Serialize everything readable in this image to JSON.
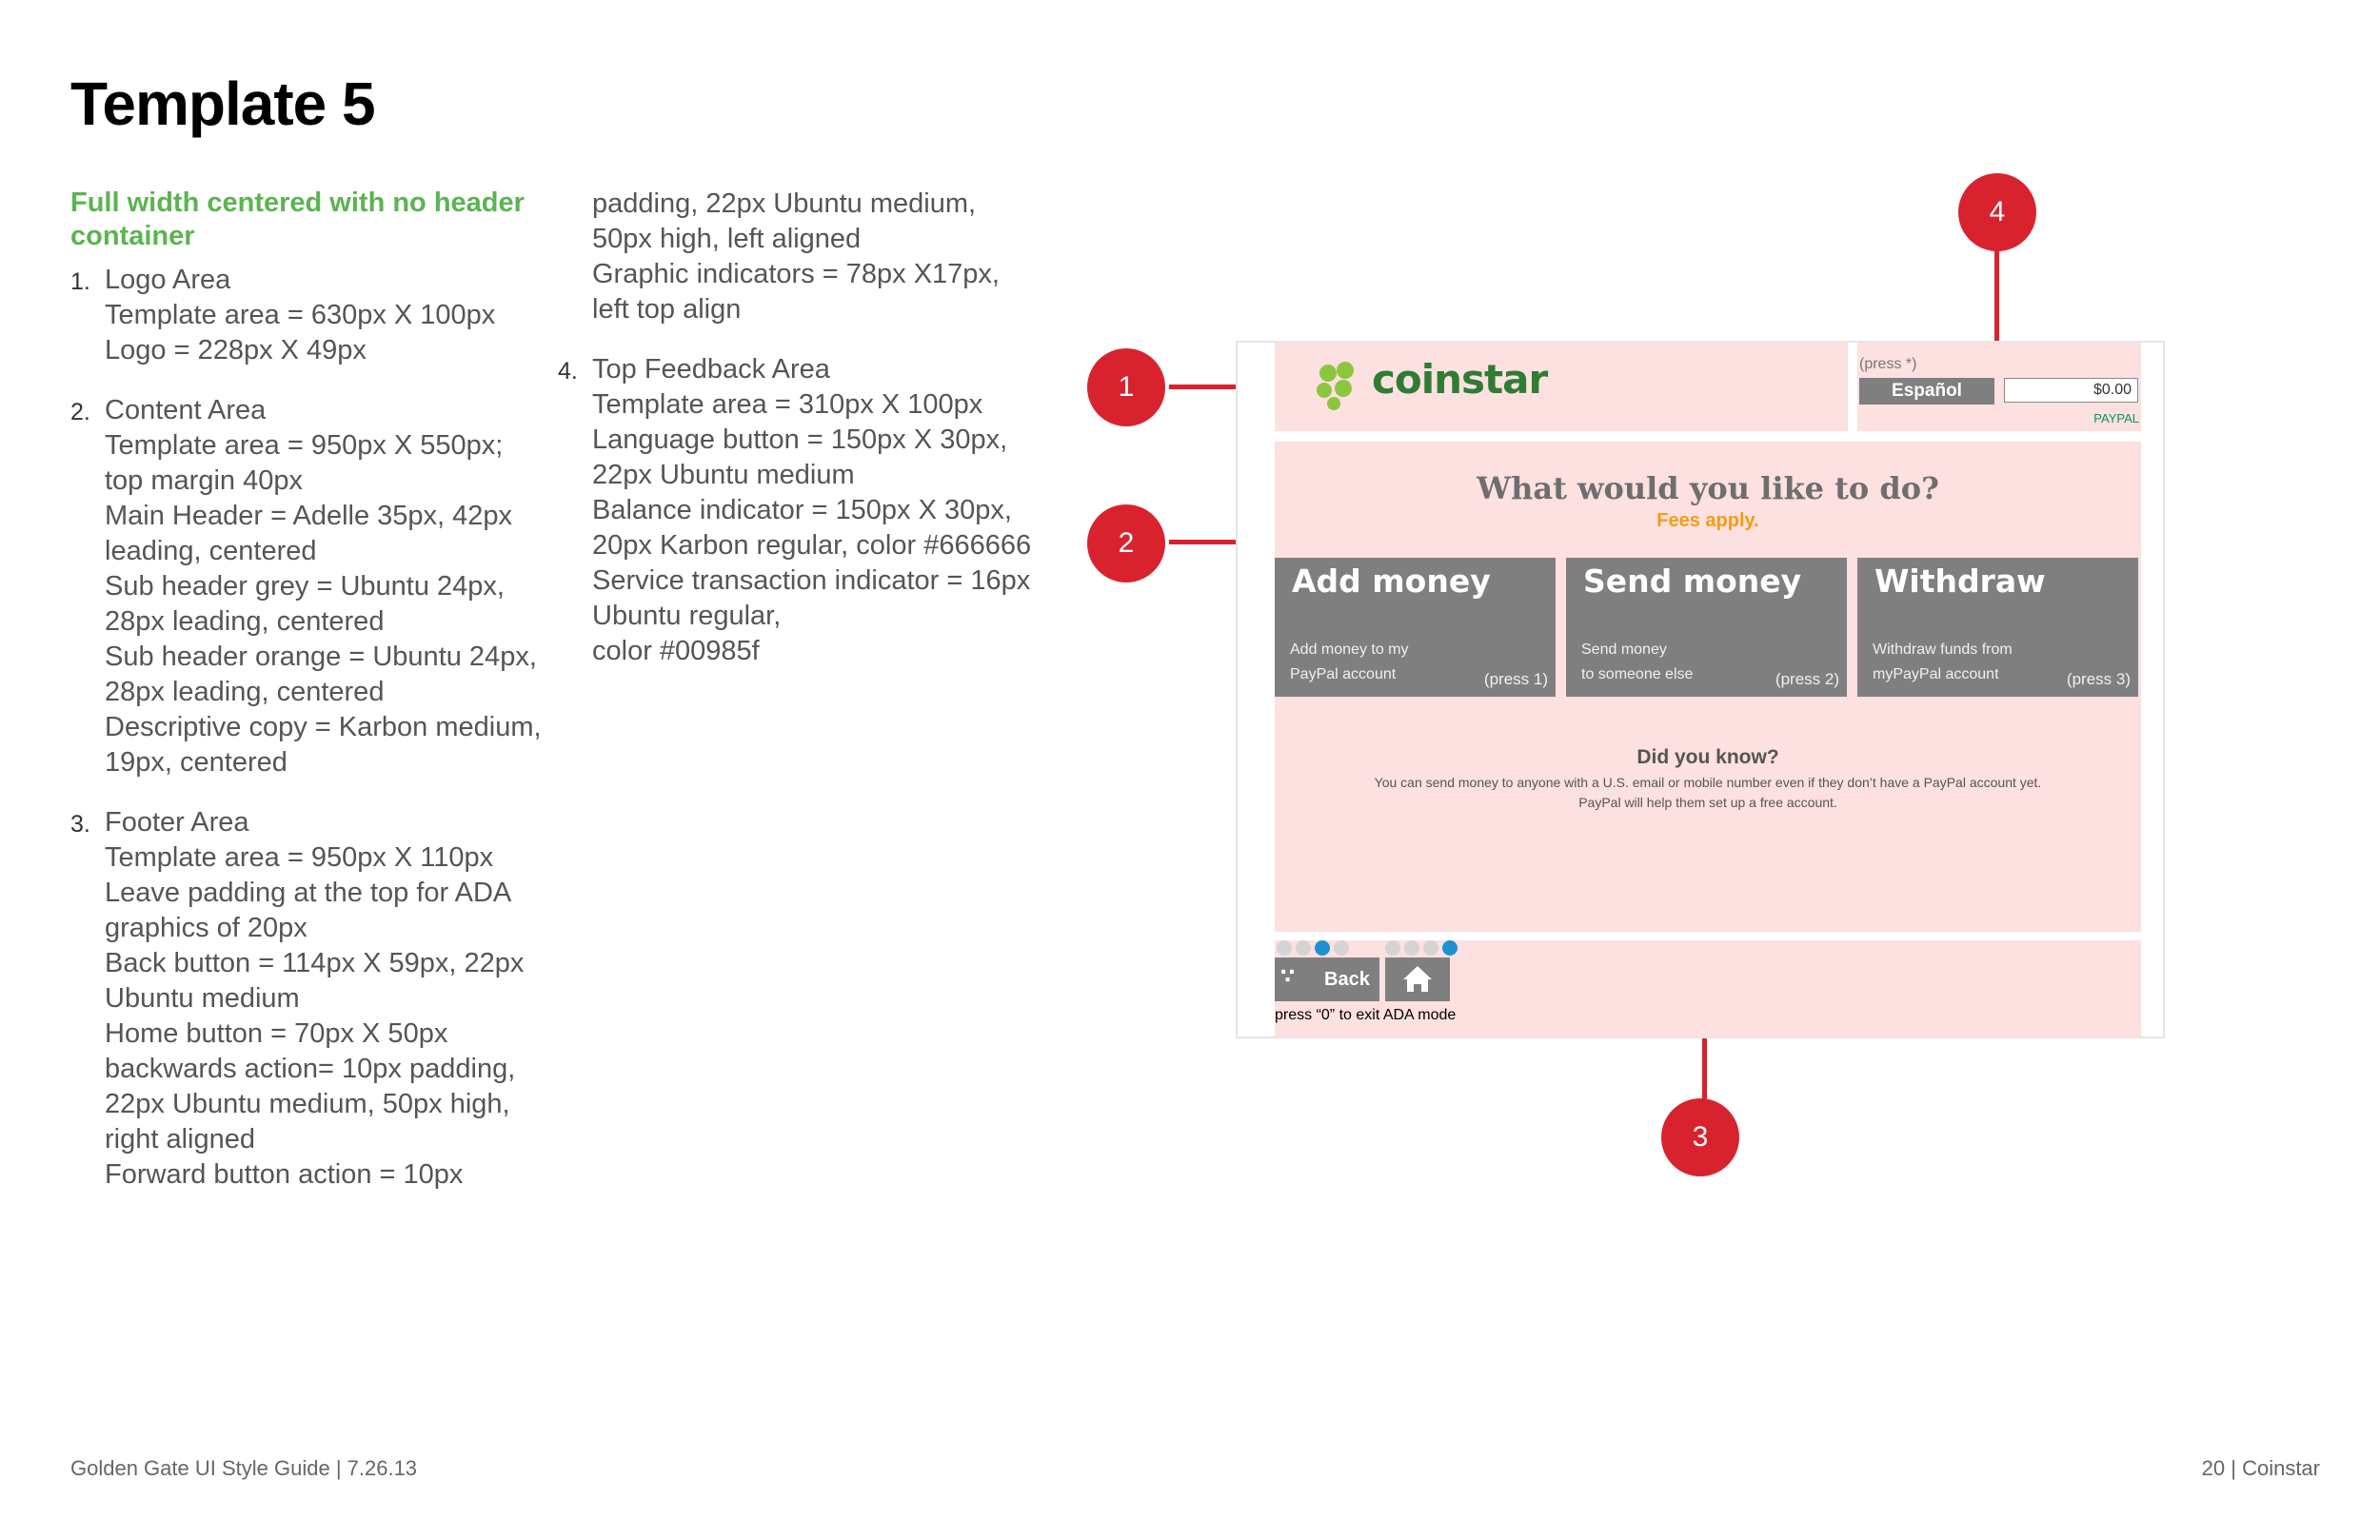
{
  "page": {
    "title": "Template 5",
    "footer_left": "Golden Gate UI Style Guide | 7.26.13",
    "footer_right": "20 | Coinstar"
  },
  "spec": {
    "subtitle_line1": "Full width centered with no header",
    "subtitle_line2": "container",
    "items": [
      {
        "num": "1.",
        "lines": [
          "Logo Area",
          "Template area = 630px X 100px",
          "Logo = 228px X 49px"
        ]
      },
      {
        "num": "2.",
        "lines": [
          "Content Area",
          "Template area = 950px X 550px;",
          "top margin 40px",
          "Main Header = Adelle 35px, 42px",
          "leading, centered",
          "Sub header grey = Ubuntu 24px,",
          "28px leading, centered",
          "Sub header orange = Ubuntu 24px,",
          "28px leading, centered",
          "Descriptive copy = Karbon medium,",
          "19px, centered"
        ]
      },
      {
        "num": "3.",
        "lines": [
          "Footer Area",
          "Template area = 950px X 110px",
          "Leave padding at the top for ADA",
          "graphics of 20px",
          "Back button = 114px X 59px, 22px",
          "Ubuntu medium",
          "Home button = 70px X 50px",
          "backwards action= 10px padding,",
          "22px Ubuntu medium, 50px high,",
          "right aligned",
          "Forward button action = 10px"
        ]
      }
    ],
    "continued_lines": [
      "padding, 22px Ubuntu medium,",
      "50px high, left aligned",
      "Graphic indicators = 78px X17px,",
      "left top align"
    ],
    "item4": {
      "num": "4.",
      "lines": [
        "Top Feedback Area",
        "Template area = 310px X 100px",
        "Language button = 150px X 30px,",
        "22px Ubuntu medium",
        "Balance indicator = 150px X 30px,",
        "20px Karbon regular, color #666666",
        "Service transaction indicator = 16px",
        "Ubuntu regular,",
        "color #00985f"
      ]
    }
  },
  "callouts": {
    "c1": "1",
    "c2": "2",
    "c3": "3",
    "c4": "4"
  },
  "mockup": {
    "logo_text": "coinstar",
    "press_star": "(press *)",
    "language_button": "Español",
    "balance": "$0.00",
    "service_indicator": "PAYPAL",
    "main_header": "What would you like to do?",
    "fees": "Fees apply.",
    "actions": [
      {
        "label": "Add money",
        "desc1": "Add money to my",
        "desc2": "PayPal account",
        "press": "(press 1)"
      },
      {
        "label": "Send money",
        "desc1": "Send money",
        "desc2": "to someone else",
        "press": "(press 2)"
      },
      {
        "label": "Withdraw",
        "desc1": "Withdraw funds from",
        "desc2": "myPayPal account",
        "press": "(press 3)"
      }
    ],
    "did_you_know": "Did you know?",
    "dyk_line1": "You can send money to anyone with a U.S. email or mobile number even if they don’t have a PayPal account yet.",
    "dyk_line2": "PayPal will help them set up a free account.",
    "back_label": "Back",
    "exit_note": "press “0” to exit ADA mode",
    "colors": {
      "pink": "#fde0e0",
      "gray_button": "#7f7f7f",
      "orange": "#f39c12",
      "green": "#00985f",
      "callout_red": "#d8232f"
    },
    "icons": [
      "coinstar-logo-icon",
      "ada-icon",
      "home-icon"
    ]
  }
}
